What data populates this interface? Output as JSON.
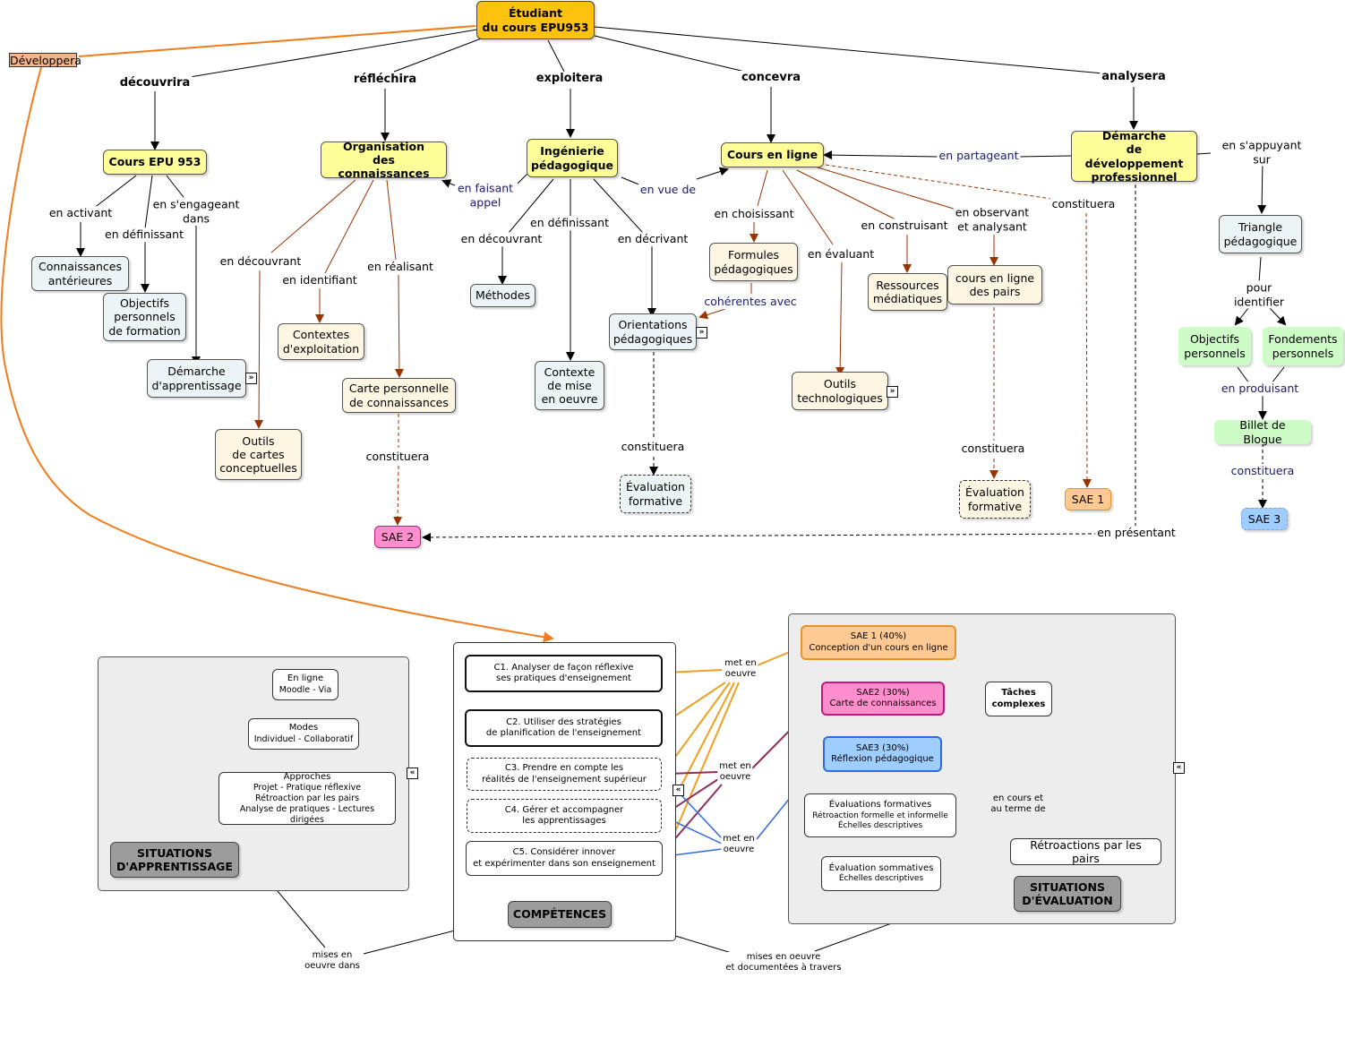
{
  "root": "Étudiant\ndu cours EPU953",
  "developpera": "Développera",
  "links": {
    "decouvrira": "découvrira",
    "reflechira": "réfléchira",
    "exploitera": "exploitera",
    "concevra": "concevra",
    "analysera": "analysera",
    "en_activant": "en activant",
    "en_definissant": "en définissant",
    "en_sengageant": "en s'engageant\ndans",
    "en_decouvrant_outils": "en découvrant",
    "en_identifiant": "en identifiant",
    "en_realisant": "en réalisant",
    "en_faisant_appel": "en faisant\nappel",
    "en_decouvrant_methodes": "en découvrant",
    "en_definissant_contexte": "en définissant",
    "en_decrivant": "en décrivant",
    "en_vue_de": "en vue de",
    "en_choisissant": "en choisissant",
    "coherentes_avec": "cohérentes avec",
    "en_evaluant": "en évaluant",
    "en_construisant": "en construisant",
    "en_observant": "en observant\net analysant",
    "constituera_sae1": "constituera",
    "en_partageant": "en partageant",
    "en_sappuyant": "en s'appuyant sur",
    "pour_identifier": "pour\nidentifier",
    "en_produisant": "en produisant",
    "constituera_sae3": "constituera",
    "en_presentant": "en présentant",
    "constituera_sae2": "constituera",
    "constituera_eval1": "constituera",
    "constituera_eval2": "constituera",
    "met_en_oeuvre_1": "met en\noeuvre",
    "met_en_oeuvre_2": "met en\noeuvre",
    "met_en_oeuvre_3": "met en\noeuvre",
    "en_cours": "en cours et\nau terme de",
    "mises_dans": "mises en\noeuvre dans",
    "mises_travers": "mises en oeuvre\net documentées à travers"
  },
  "nodes": {
    "cours_epu": "Cours EPU 953",
    "connaissances": "Connaissances\nantérieures",
    "objectifs_formation": "Objectifs\npersonnels\nde formation",
    "demarche_apprentissage": "Démarche\nd'apprentissage",
    "organisation": "Organisation\ndes connaissances",
    "outils_cartes": "Outils\nde cartes\nconceptuelles",
    "contextes_exploitation": "Contextes\nd'exploitation",
    "carte_personnelle": "Carte personnelle\nde connaissances",
    "ingenierie": "Ingénierie\npédagogique",
    "methodes": "Méthodes",
    "contexte_mise": "Contexte\nde mise\nen oeuvre",
    "orientations": "Orientations\npédagogiques",
    "eval_formative_1": "Évaluation\nformative",
    "cours_en_ligne": "Cours en ligne",
    "formules": "Formules\npédagogiques",
    "outils_techno": "Outils\ntechnologiques",
    "ressources": "Ressources\nmédiatiques",
    "cours_pairs": "cours en ligne\ndes pairs",
    "eval_formative_2": "Évaluation\nformative",
    "sae1": "SAE 1",
    "sae2": "SAE 2",
    "sae3": "SAE 3",
    "demarche_dev": "Démarche\nde développement\nprofessionnel",
    "triangle": "Triangle\npédagogique",
    "objectifs_perso": "Objectifs\npersonnels",
    "fondements": "Fondements\npersonnels",
    "billet": "Billet de Blogue"
  },
  "apprentissage": {
    "title": "SITUATIONS\nD'APPRENTISSAGE",
    "en_ligne": "En ligne",
    "en_ligne_sub": "Moodle - Via",
    "modes": "Modes",
    "modes_sub": "Individuel - Collaboratif",
    "approches": "Approches",
    "approches_sub": "Projet - Pratique réflexive\nRétroaction par les pairs\nAnalyse de pratiques - Lectures dirigées"
  },
  "competences": {
    "title": "COMPÉTENCES",
    "c1": "C1. Analyser de façon réflexive\nses pratiques d'enseignement",
    "c2": "C2. Utiliser des stratégies\nde planification de l'enseignement",
    "c3": "C3. Prendre en compte les\nréalités de l'enseignement supérieur",
    "c4": "C4. Gérer et accompagner\nles apprentissages",
    "c5": "C5. Considérer innover\net expérimenter dans son enseignement"
  },
  "evaluation": {
    "title": "SITUATIONS\nD'ÉVALUATION",
    "sae1": "SAE 1 (40%)\nConception d'un cours en ligne",
    "sae2": "SAE2 (30%)\nCarte de connaissances",
    "sae3": "SAE3 (30%)\nRéflexion pédagogique",
    "taches": "Tâches\ncomplexes",
    "formatives": "Évaluations formatives",
    "formatives_sub": "Rétroaction formelle et informelle\nÉchelles descriptives",
    "sommatives": "Évaluation sommatives",
    "sommatives_sub": "Échelles descriptives",
    "retroactions": "Rétroactions par les pairs"
  },
  "colors": {
    "root": "#ffc20e",
    "main": "#ffff99",
    "link_brown": "#993300",
    "orange_curve": "#ef7d1e",
    "sae1": "#ffc994",
    "sae2": "#ff8ecd",
    "sae3": "#a0cdff",
    "green": "#cdfcc7",
    "panel": "#ededed",
    "arrow_orange": "#f0a020",
    "arrow_purple": "#8e2f5e",
    "arrow_blue": "#2f6be0"
  }
}
